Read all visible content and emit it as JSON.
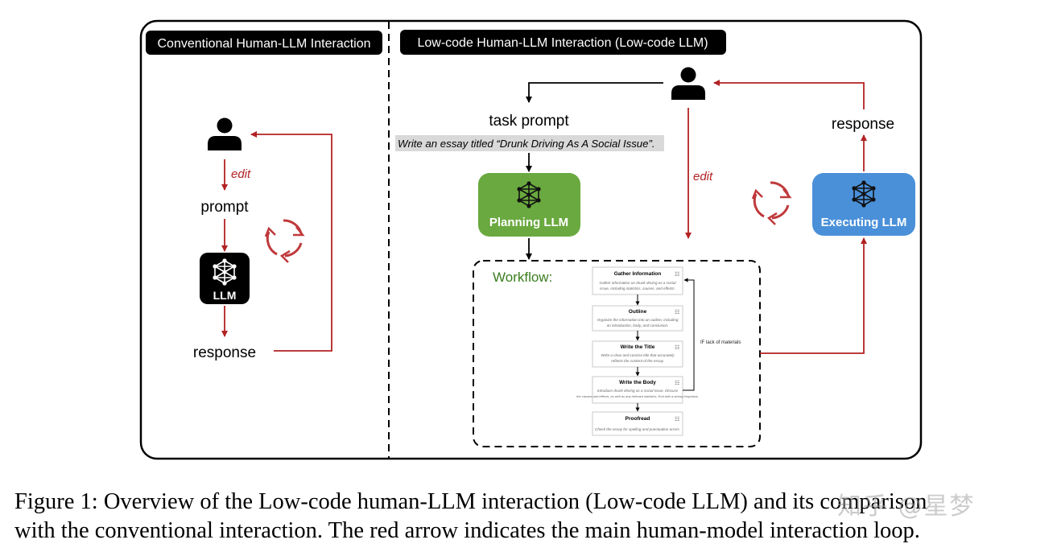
{
  "left_panel": {
    "title": "Conventional Human-LLM Interaction",
    "edit_label": "edit",
    "prompt_label": "prompt",
    "llm_label": "LLM",
    "response_label": "response"
  },
  "right_panel": {
    "title": "Low-code Human-LLM Interaction (Low-code LLM)",
    "task_prompt_label": "task prompt",
    "task_example": "Write an essay titled “Drunk Driving As A Social Issue”.",
    "planning_label": "Planning LLM",
    "edit_label": "edit",
    "response_label": "response",
    "executing_label": "Executing LLM",
    "workflow_label": "Workflow:",
    "loop_label": "IF lack of materials",
    "steps": [
      {
        "title": "Gather Information",
        "desc1": "Gather information on drunk driving as a social",
        "desc2": "issue, including statistics, causes, and effects."
      },
      {
        "title": "Outline",
        "desc1": "Organize the information into an outline, including",
        "desc2": "an introduction, body, and conclusion."
      },
      {
        "title": "Write the Title",
        "desc1": "Write a clear and concise title that accurately",
        "desc2": "reflects the content of the essay."
      },
      {
        "title": "Write the Body",
        "desc1": "Introduce drunk driving as a social issue. Discuss",
        "desc2": "the causes and effects, as well as any relevant statistics. End with a strong emphasis."
      },
      {
        "title": "Proofread",
        "desc1": "Check the essay for spelling and punctuation errors.",
        "desc2": ""
      }
    ]
  },
  "caption": {
    "line1": "Figure 1: Overview of the Low-code human-LLM interaction (Low-code LLM) and its comparison",
    "line2": "with the conventional interaction. The red arrow indicates the main human-model interaction loop."
  },
  "watermark": "知乎 @星梦",
  "colors": {
    "red_arrow": "#b22222",
    "planning_green": "#6aa93f",
    "executing_blue": "#4a90d9",
    "badge_black": "#000000"
  },
  "icons": [
    "person-icon",
    "neural-net-icon",
    "cycle-arrows-icon"
  ]
}
